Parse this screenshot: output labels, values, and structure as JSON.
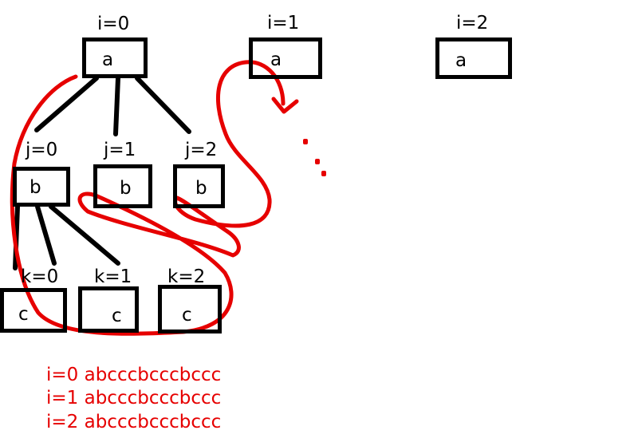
{
  "i_nodes": [
    {
      "index_label": "i=0",
      "value": "a"
    },
    {
      "index_label": "i=1",
      "value": "a"
    },
    {
      "index_label": "i=2",
      "value": "a"
    }
  ],
  "j_nodes": [
    {
      "index_label": "j=0",
      "value": "b"
    },
    {
      "index_label": "j=1",
      "value": "b"
    },
    {
      "index_label": "j=2",
      "value": "b"
    }
  ],
  "k_nodes": [
    {
      "index_label": "k=0",
      "value": "c"
    },
    {
      "index_label": "k=1",
      "value": "c"
    },
    {
      "index_label": "k=2",
      "value": "c"
    }
  ],
  "continuation": "...",
  "outputs": [
    "i=0 abcccbcccbccc",
    "i=1 abcccbcccbccc",
    "i=2 abcccbcccbccc"
  ],
  "colors": {
    "tree": "#000000",
    "annotation": "#e60000"
  }
}
